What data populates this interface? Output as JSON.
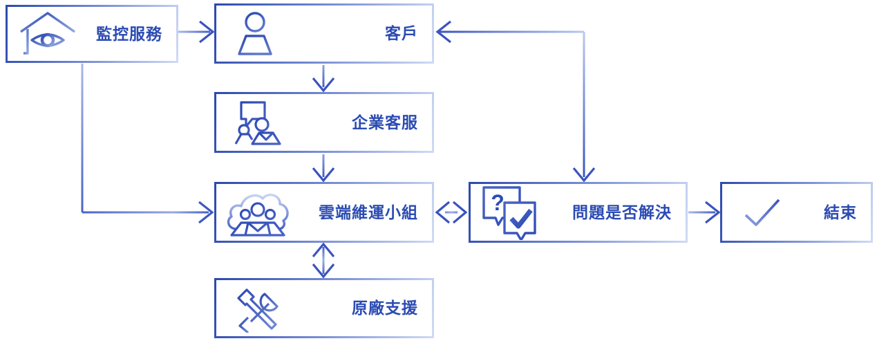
{
  "diagram": {
    "type": "flowchart",
    "background": "#ffffff",
    "colors": {
      "text": "#2b4bb3",
      "node_border_dark": "#2c49ad",
      "node_border_light": "#cfdaf4",
      "connector_dark": "#3a53bd",
      "connector_light": "#aabae8"
    },
    "nodes": [
      {
        "id": "monitoring",
        "label": "監控服務",
        "icon": "house-eye-icon"
      },
      {
        "id": "customer",
        "label": "客戶",
        "icon": "person-icon"
      },
      {
        "id": "enterprise-service",
        "label": "企業客服",
        "icon": "support-agent-icon"
      },
      {
        "id": "cloud-ops",
        "label": "雲端維運小組",
        "icon": "cloud-team-icon"
      },
      {
        "id": "vendor-support",
        "label": "原廠支援",
        "icon": "tools-icon"
      },
      {
        "id": "issue-resolved",
        "label": "問題是否解決",
        "icon": "question-check-bubbles-icon"
      },
      {
        "id": "end",
        "label": "結束",
        "icon": "checkmark-icon"
      }
    ],
    "edges": [
      {
        "from": "monitoring",
        "to": "customer",
        "style": "arrow"
      },
      {
        "from": "customer",
        "to": "enterprise-service",
        "style": "arrow"
      },
      {
        "from": "enterprise-service",
        "to": "cloud-ops",
        "style": "arrow"
      },
      {
        "from": "monitoring",
        "to": "cloud-ops",
        "style": "elbow-arrow"
      },
      {
        "from": "cloud-ops",
        "to": "vendor-support",
        "style": "double-arrow"
      },
      {
        "from": "cloud-ops",
        "to": "issue-resolved",
        "style": "double-arrow"
      },
      {
        "from": "issue-resolved",
        "to": "customer",
        "style": "elbow-double-arrow"
      },
      {
        "from": "issue-resolved",
        "to": "end",
        "style": "arrow"
      }
    ],
    "icon_glyphs": {
      "question_mark": "?"
    }
  }
}
